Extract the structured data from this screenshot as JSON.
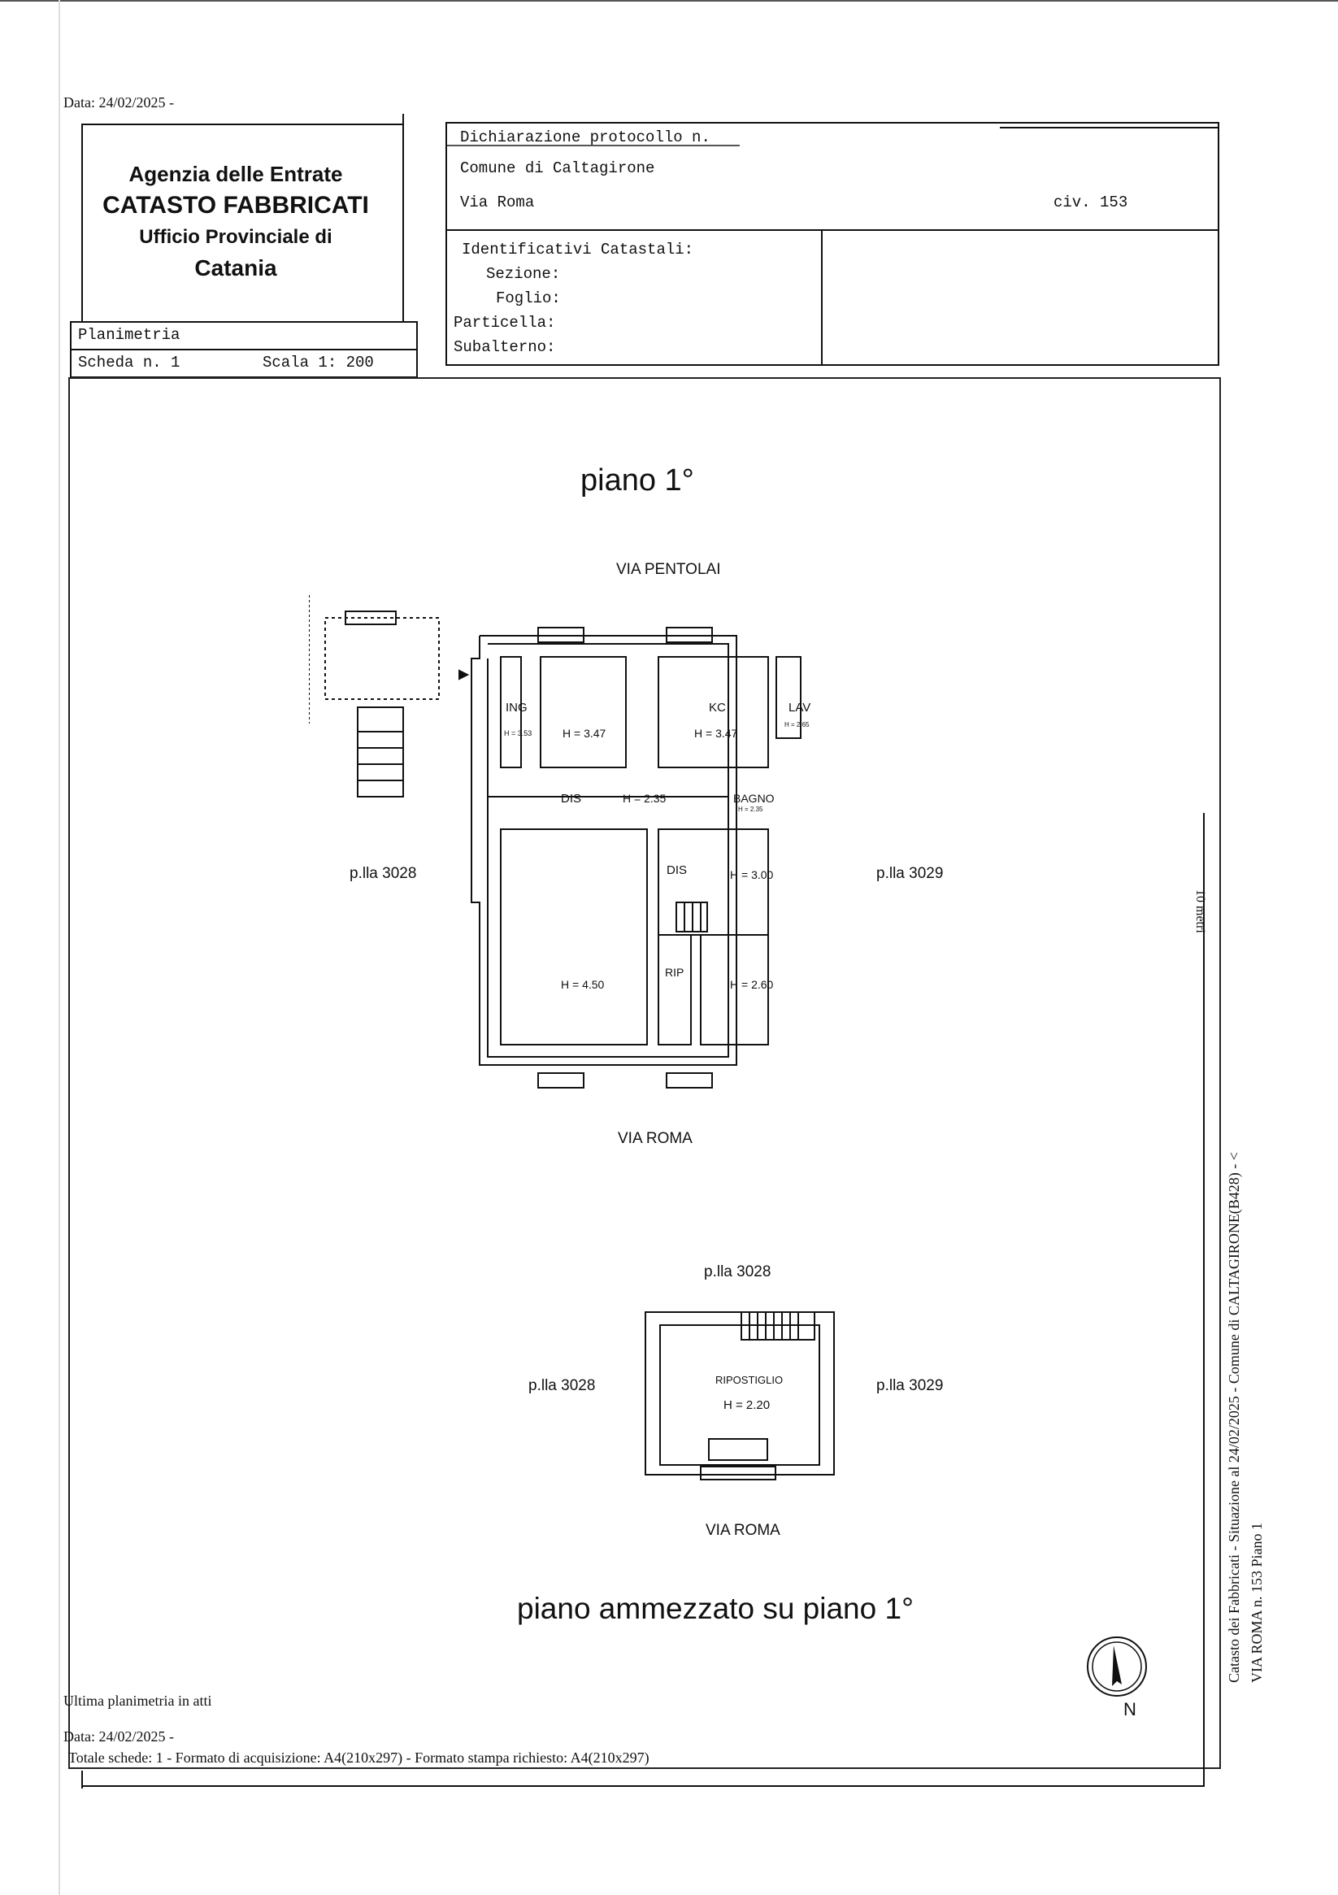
{
  "top_date": "Data: 24/02/2025 -",
  "header": {
    "agency_line1": "Agenzia delle Entrate",
    "agency_line2": "CATASTO FABBRICATI",
    "agency_line3": "Ufficio Provinciale di",
    "agency_line4": "Catania",
    "declaration": "Dichiarazione protocollo n.",
    "comune": "Comune di Caltagirone",
    "via": "Via Roma",
    "civ": "civ. 153",
    "identificativi": "Identificativi Catastali:",
    "sezione": "Sezione:",
    "foglio": "Foglio:",
    "particella": "Particella:",
    "subalterno": "Subalterno:",
    "planimetria": "Planimetria",
    "scheda": "Scheda n. 1",
    "scala": "Scala 1: 200"
  },
  "plan": {
    "floor_title": "piano 1°",
    "street_top": "VIA PENTOLAI",
    "street_bottom": "VIA ROMA",
    "left_parcel": "p.lla 3028",
    "right_parcel": "p.lla 3029",
    "rooms": {
      "ing": "ING",
      "ing_h": "H = 3.53",
      "room1_h": "H = 3.47",
      "kc": "KC",
      "kc_h": "H = 3.47",
      "lav": "LAV",
      "lav_h": "H = 2.65",
      "dis1": "DIS",
      "dis1_h": "H = 2.35",
      "bagno": "BAGNO",
      "bagno_h": "H = 2.35",
      "dis2": "DIS",
      "dis2_h": "H = 3.00",
      "big_h": "H = 4.50",
      "rip": "RIP",
      "room_h260": "H = 2.60"
    },
    "scale_bar": "10 metri"
  },
  "mezzanine": {
    "top_parcel": "p.lla 3028",
    "left_parcel": "p.lla 3028",
    "right_parcel": "p.lla 3029",
    "room": "RIPOSTIGLIO",
    "room_h": "H = 2.20",
    "street": "VIA ROMA",
    "title": "piano ammezzato su piano 1°"
  },
  "north": "N",
  "side_text_1": "Catasto dei Fabbricati - Situazione al 24/02/2025 - Comune di CALTAGIRONE(B428) - <",
  "side_text_2": "VIA ROMA n. 153 Piano 1",
  "footer": {
    "ultima": "Ultima planimetria in atti",
    "data": "Data: 24/02/2025 -",
    "totale": "Totale schede: 1 - Formato di acquisizione: A4(210x297)  - Formato stampa richiesto: A4(210x297)"
  }
}
